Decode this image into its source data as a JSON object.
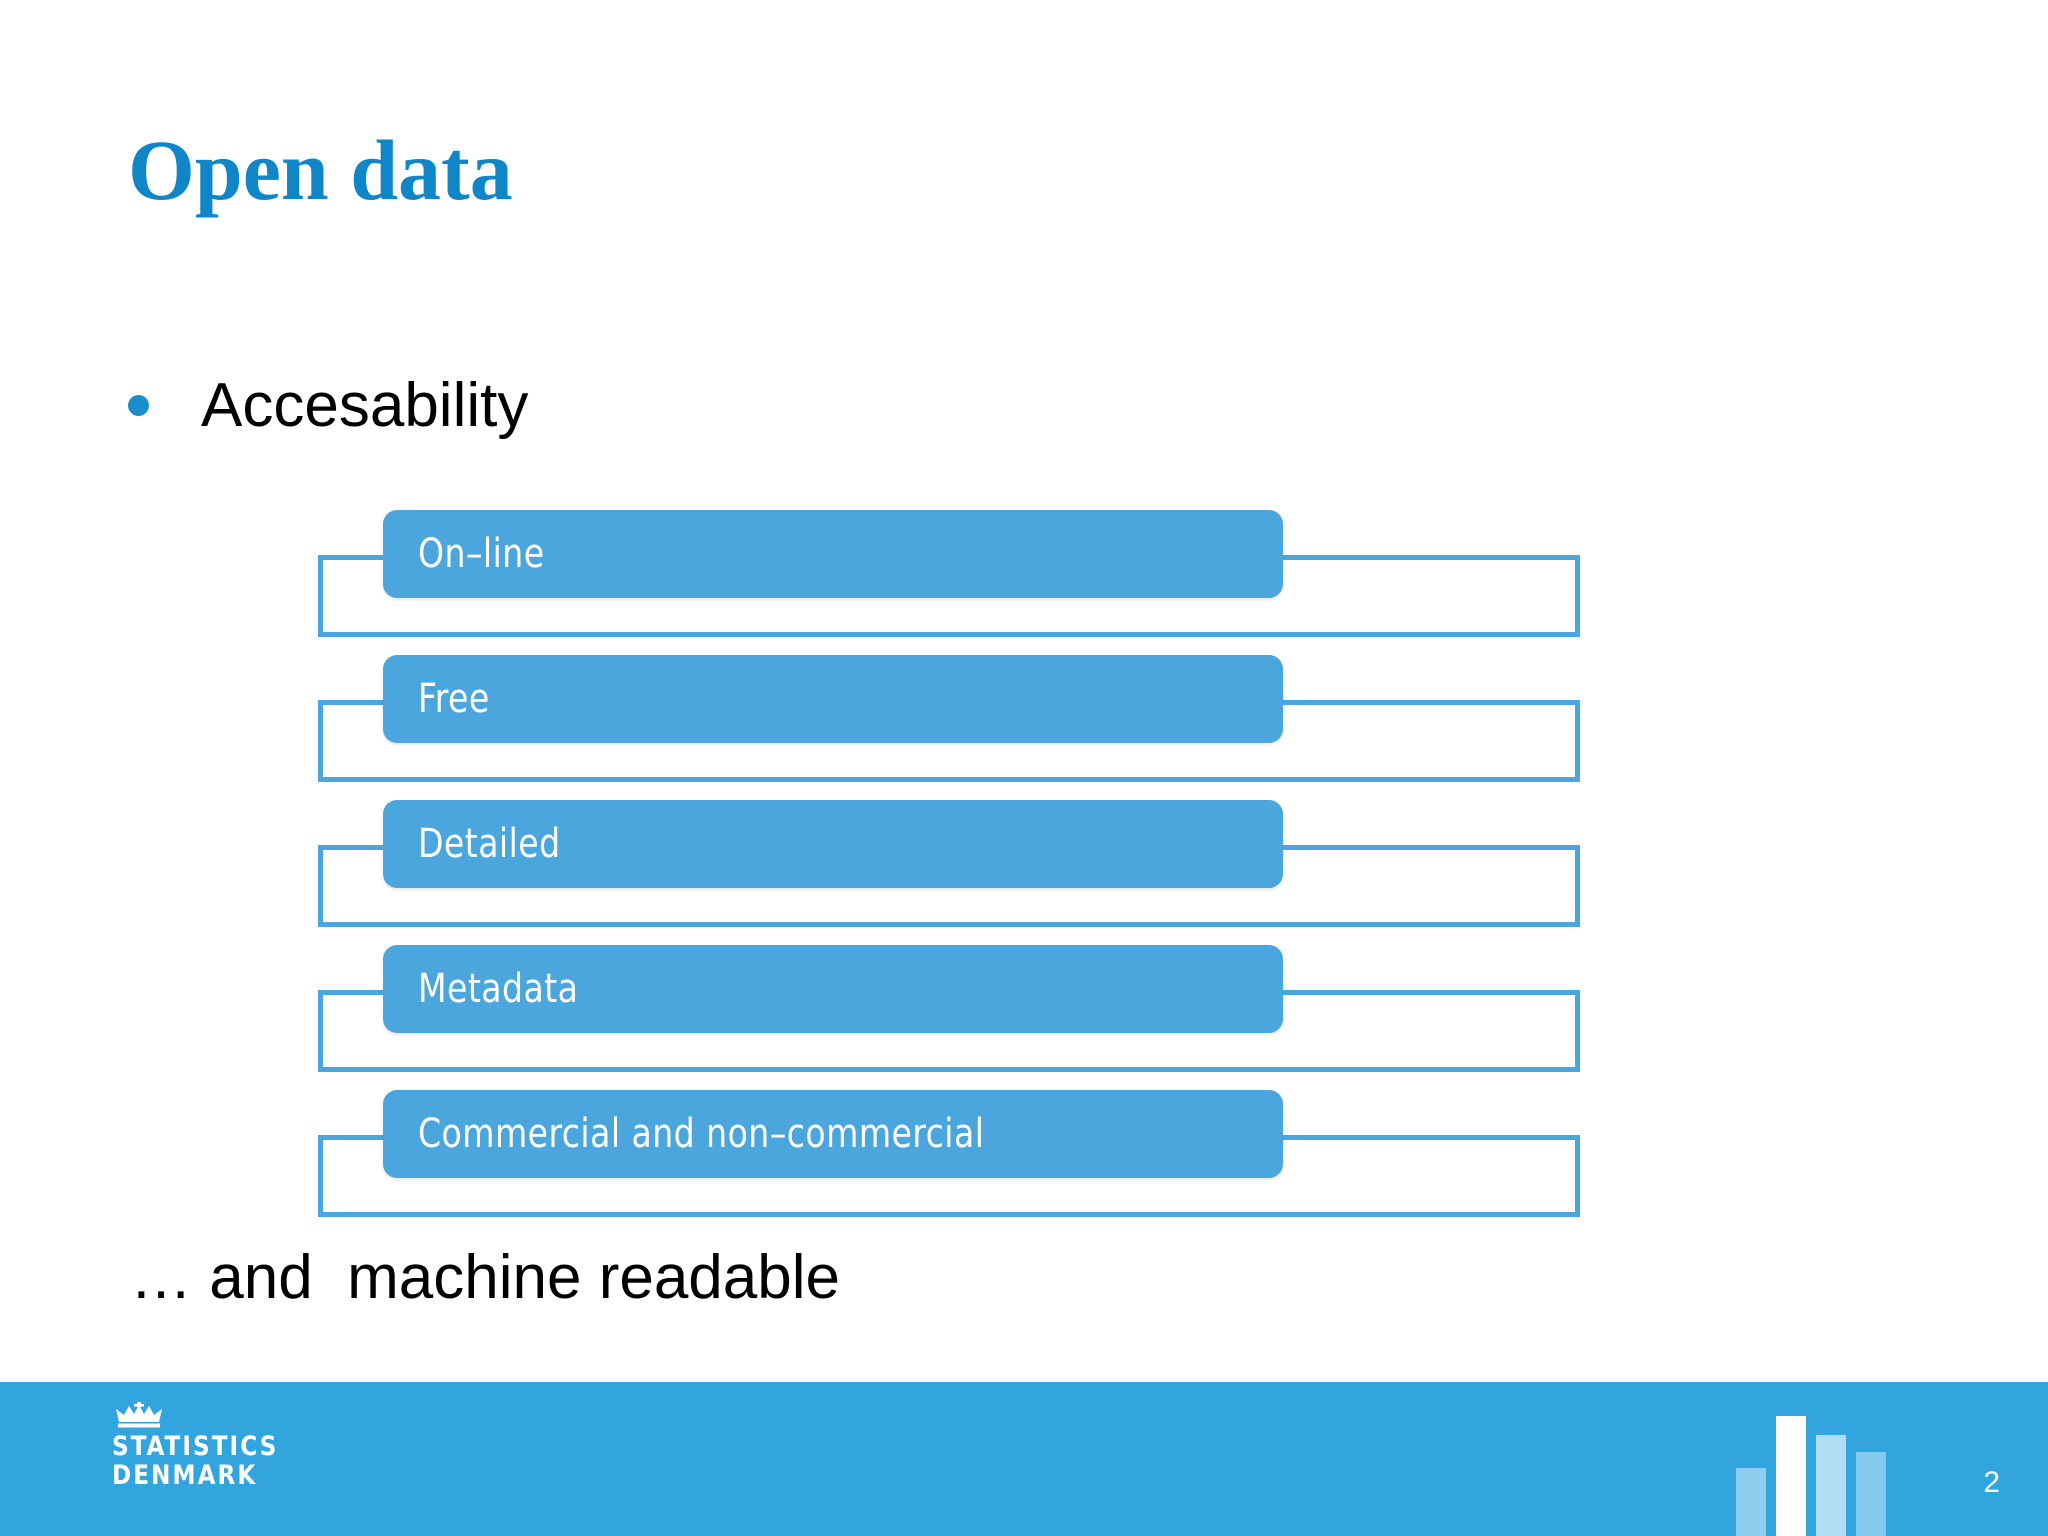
{
  "slide": {
    "title": "Open data",
    "title_color": "#0E86C8",
    "background_color": "#ffffff"
  },
  "bullets": [
    {
      "text": "Accesability",
      "bullet_color": "#1B8DCB"
    }
  ],
  "diagram": {
    "type": "process-list",
    "fill_color": "#4BA6DD",
    "outline_color": "#4BA6DD",
    "label_color": "#ffffff",
    "items": [
      {
        "label": "On–line"
      },
      {
        "label": "Free"
      },
      {
        "label": "Detailed"
      },
      {
        "label": "Metadata"
      },
      {
        "label": "Commercial and non–commercial"
      }
    ]
  },
  "closing": {
    "text": "… and  machine readable"
  },
  "footer": {
    "band_color": "#32A5DE",
    "logo": {
      "icon": "crown-icon",
      "line1": "STATISTICS",
      "line2": "DENMARK"
    },
    "decoration": {
      "icon": "bar-chart-icon",
      "bars": [
        {
          "height_pct": 57,
          "color": "#ffffff",
          "opacity": 0.45
        },
        {
          "height_pct": 100,
          "color": "#ffffff",
          "opacity": 1.0
        },
        {
          "height_pct": 84,
          "color": "#ffffff",
          "opacity": 0.62
        },
        {
          "height_pct": 70,
          "color": "#ffffff",
          "opacity": 0.4
        }
      ]
    },
    "page_number": "2"
  }
}
